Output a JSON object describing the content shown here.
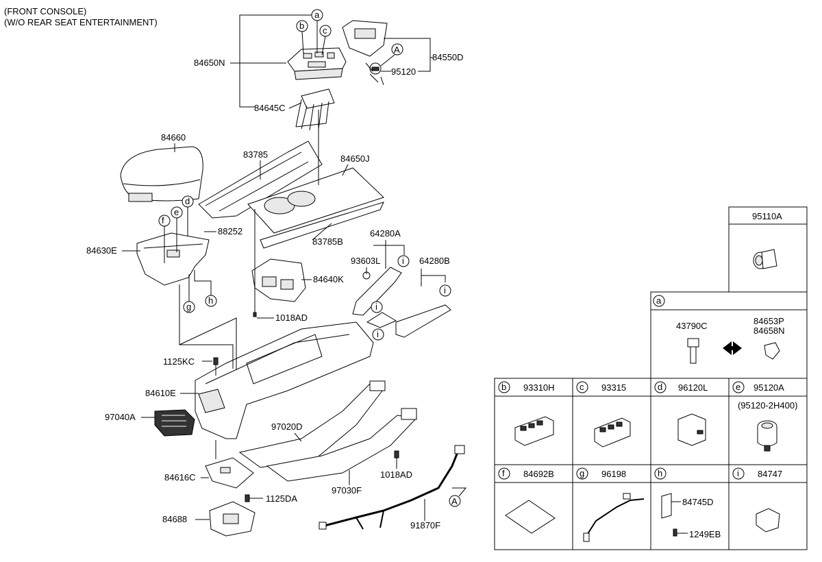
{
  "header": {
    "line1": "(FRONT CONSOLE)",
    "line2": "(W/O REAR SEAT ENTERTAINMENT)"
  },
  "labels": {
    "p84650N": "84650N",
    "p84645C": "84645C",
    "p84550D": "84550D",
    "p95120": "95120",
    "p84660": "84660",
    "p83785": "83785",
    "p84650J": "84650J",
    "p88252": "88252",
    "p84630E": "84630E",
    "p83785B": "83785B",
    "p64280A": "64280A",
    "p93603L": "93603L",
    "p84640K": "84640K",
    "p64280B": "64280B",
    "p1018AD_top": "1018AD",
    "p1125KC": "1125KC",
    "p84610E": "84610E",
    "p97040A": "97040A",
    "p97020D": "97020D",
    "p1018AD_bot": "1018AD",
    "p84616C": "84616C",
    "p97030F": "97030F",
    "p1125DA": "1125DA",
    "p84688": "84688",
    "p91870F": "91870F"
  },
  "callouts": {
    "a": "a",
    "b": "b",
    "c": "c",
    "d": "d",
    "e": "e",
    "f": "f",
    "g": "g",
    "h": "h",
    "i": "i",
    "A": "A"
  },
  "panels": {
    "p95110A": {
      "code": "95110A"
    },
    "a": {
      "letter": "a",
      "left": "43790C",
      "right1": "84653P",
      "right2": "84658N"
    },
    "b": {
      "letter": "b",
      "code": "93310H"
    },
    "c": {
      "letter": "c",
      "code": "93315"
    },
    "d": {
      "letter": "d",
      "code": "96120L"
    },
    "e": {
      "letter": "e",
      "code": "95120A",
      "sub": "(95120-2H400)"
    },
    "f": {
      "letter": "f",
      "code": "84692B"
    },
    "g": {
      "letter": "g",
      "code": "96198"
    },
    "h": {
      "letter": "h",
      "code": "",
      "part1": "84745D",
      "part2": "1249EB"
    },
    "i": {
      "letter": "i",
      "code": "84747"
    }
  }
}
